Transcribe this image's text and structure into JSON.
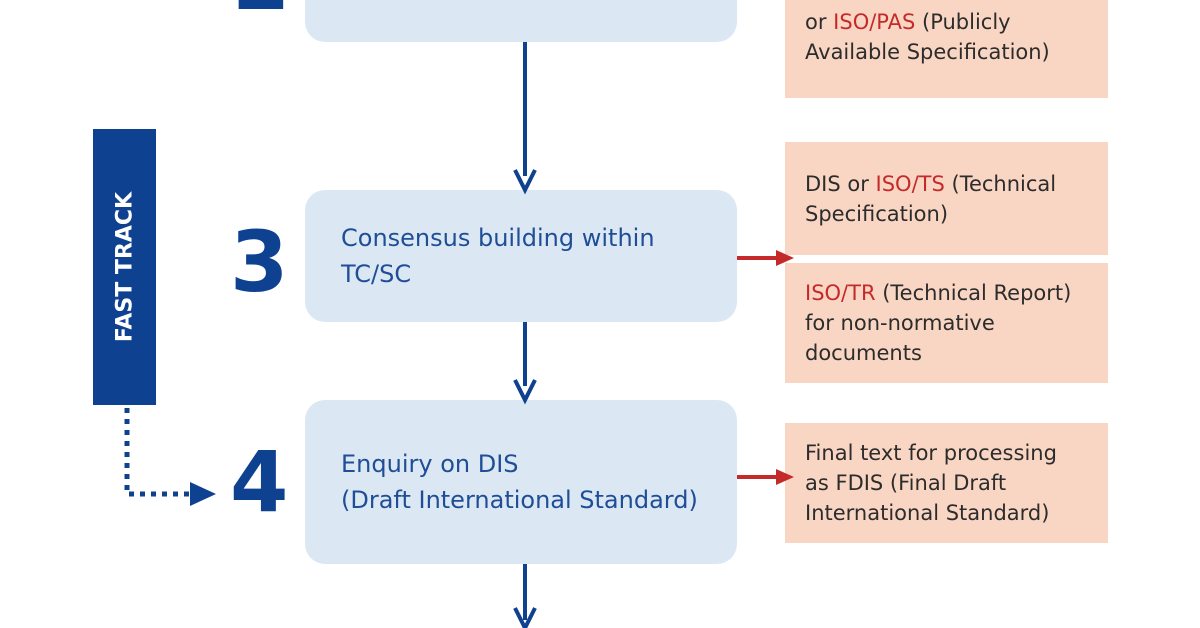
{
  "fast_track": {
    "label": "FAST TRACK"
  },
  "steps": [
    {
      "number": "",
      "lines": []
    },
    {
      "number": "3",
      "lines": [
        "Consensus building within",
        "TC/SC"
      ]
    },
    {
      "number": "4",
      "lines": [
        "Enquiry on DIS",
        "(Draft International Standard)"
      ]
    }
  ],
  "outputs": {
    "pas": {
      "l1_red": "ISO/PAS",
      "l1_pre": "or ",
      "l1_post": " (Publicly",
      "l2": "Available Specification)"
    },
    "ts": {
      "l1_pre": "DIS or ",
      "l1_red": "ISO/TS",
      "l1_post": " (Technical",
      "l2": "Specification)"
    },
    "tr": {
      "l1_red": "ISO/TR",
      "l1_post": " (Technical Report)",
      "l2": "for non-normative",
      "l3": "documents"
    },
    "fdis": {
      "l1": "Final text for processing",
      "l2": "as FDIS (Final Draft",
      "l3": "International Standard)"
    }
  },
  "colors": {
    "step_box": "#dbe8f4",
    "step_text": "#1f4e96",
    "number": "#0f4191",
    "output_box": "#f9d6c3",
    "highlight_red": "#c52a2a",
    "arrow_blue": "#0f4191",
    "arrow_red": "#c52a2a"
  }
}
